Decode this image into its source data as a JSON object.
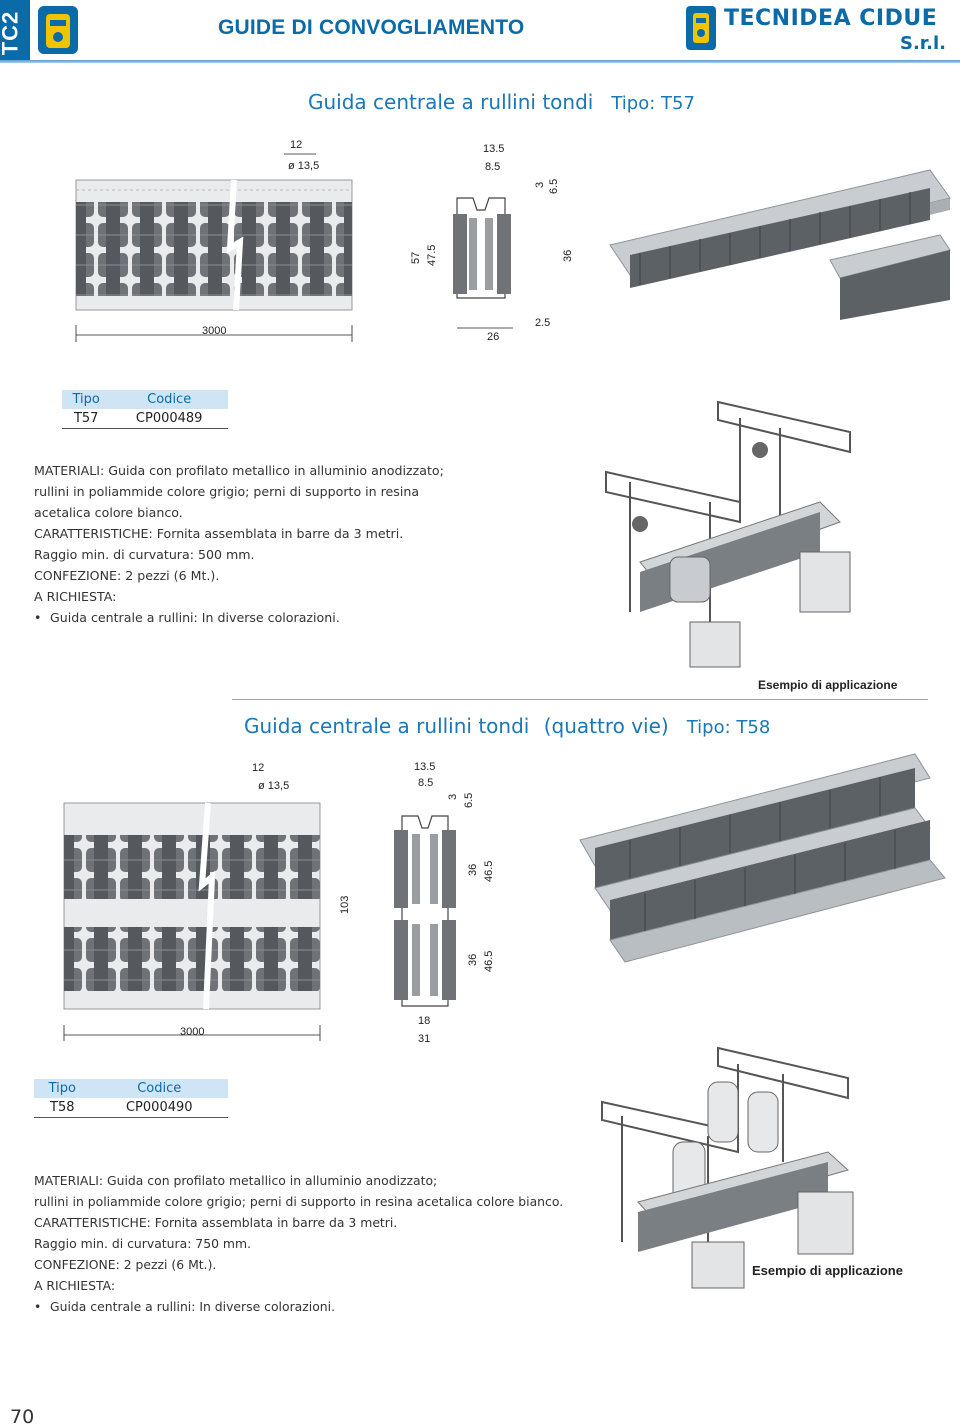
{
  "header": {
    "side_tab": "TC2",
    "title": "GUIDE DI CONVOGLIAMENTO",
    "brand_line1": "TECNIDEA CIDUE",
    "brand_line2": "S.r.l."
  },
  "colors": {
    "brand_blue": "#0b6aa8",
    "title_blue": "#1a77b8",
    "table_header_bg": "#cfe5f5",
    "roller_grey": "#6f7378"
  },
  "sections": [
    {
      "title": "Guida centrale a rullini tondi",
      "tipo_label": "Tipo: T57",
      "drawing_dims": {
        "top_view": {
          "pitch": "12",
          "diameter": "ø 13,5",
          "length": "3000"
        },
        "section_view": {
          "width_top": "13.5",
          "slot": "8.5",
          "d3": "3",
          "d65": "6.5",
          "h57": "57",
          "h475": "47.5",
          "h36": "36",
          "base": "26",
          "offset": "2.5"
        }
      },
      "table": {
        "col_tipo": "Tipo",
        "col_codice": "Codice",
        "tipo": "T57",
        "codice": "CP000489"
      },
      "lines": [
        "MATERIALI: Guida con profilato metallico in alluminio anodizzato;",
        "rullini in poliammide colore grigio; perni di supporto in resina",
        "acetalica colore bianco.",
        "CARATTERISTICHE: Fornita assemblata in barre da 3 metri.",
        "Raggio min. di curvatura: 500 mm.",
        "CONFEZIONE: 2 pezzi (6 Mt.).",
        "A RICHIESTA:"
      ],
      "bullet": "Guida centrale a rullini: In diverse colorazioni.",
      "caption": "Esempio di applicazione"
    },
    {
      "title": "Guida centrale a rullini tondi",
      "title_extra": "(quattro vie)",
      "tipo_label": "Tipo: T58",
      "drawing_dims": {
        "top_view": {
          "pitch": "12",
          "diameter": "ø 13,5",
          "length": "3000"
        },
        "section_view": {
          "width_top": "13.5",
          "slot": "8.5",
          "d3": "3",
          "d65": "6.5",
          "h103": "103",
          "h36a": "36",
          "h465a": "46.5",
          "h36b": "36",
          "h465b": "46.5",
          "base18": "18",
          "base31": "31"
        }
      },
      "table": {
        "col_tipo": "Tipo",
        "col_codice": "Codice",
        "tipo": "T58",
        "codice": "CP000490"
      },
      "lines": [
        "MATERIALI: Guida con profilato metallico in alluminio anodizzato;",
        "rullini in poliammide colore grigio; perni di supporto in resina acetalica colore bianco.",
        "CARATTERISTICHE: Fornita assemblata in barre da 3 metri.",
        "Raggio min. di curvatura: 750 mm.",
        "CONFEZIONE: 2 pezzi (6 Mt.).",
        "A RICHIESTA:"
      ],
      "bullet": "Guida centrale a rullini: In diverse colorazioni.",
      "caption": "Esempio di applicazione"
    }
  ],
  "page_number": "70"
}
